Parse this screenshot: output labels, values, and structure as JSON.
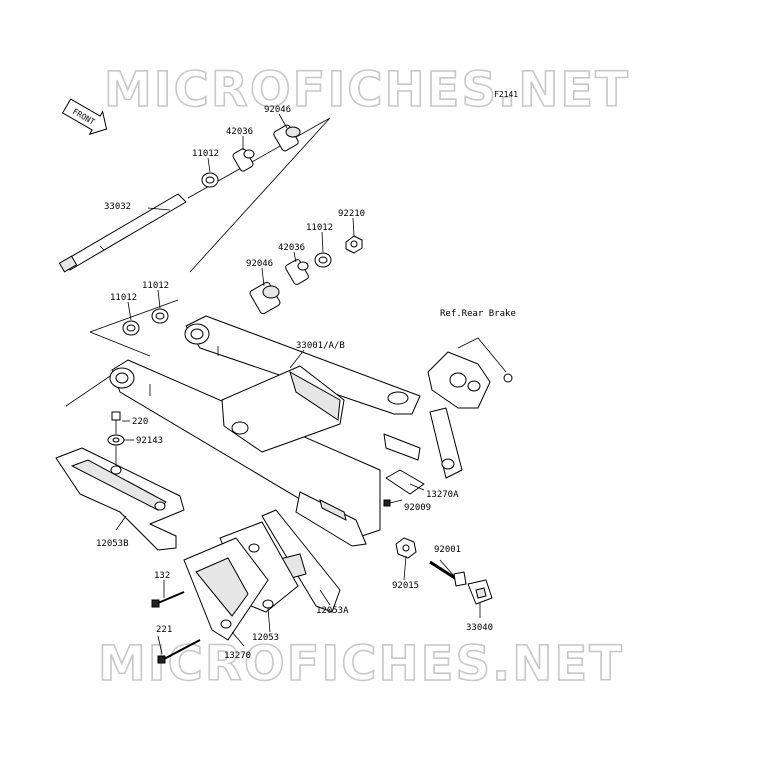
{
  "diagram_code": "F2141",
  "watermark": "MICROFICHES.NET",
  "front_label": "FRONT",
  "reference": "Ref.Rear Brake",
  "callouts": {
    "c92046_top": "92046",
    "c42036_top": "42036",
    "c11012_top": "11012",
    "c33032": "33032",
    "c92210": "92210",
    "c11012_mid": "11012",
    "c42036_mid": "42036",
    "c92046_mid": "92046",
    "c11012_left2": "11012",
    "c11012_left1": "11012",
    "c33001": "33001/A/B",
    "c220": "220",
    "c92143": "92143",
    "c13270A": "13270A",
    "c92009": "92009",
    "c12053B": "12053B",
    "c92001": "92001",
    "c92015": "92015",
    "c132": "132",
    "c12053A": "12053A",
    "c33040": "33040",
    "c221": "221",
    "c12053": "12053",
    "c13270": "13270"
  }
}
